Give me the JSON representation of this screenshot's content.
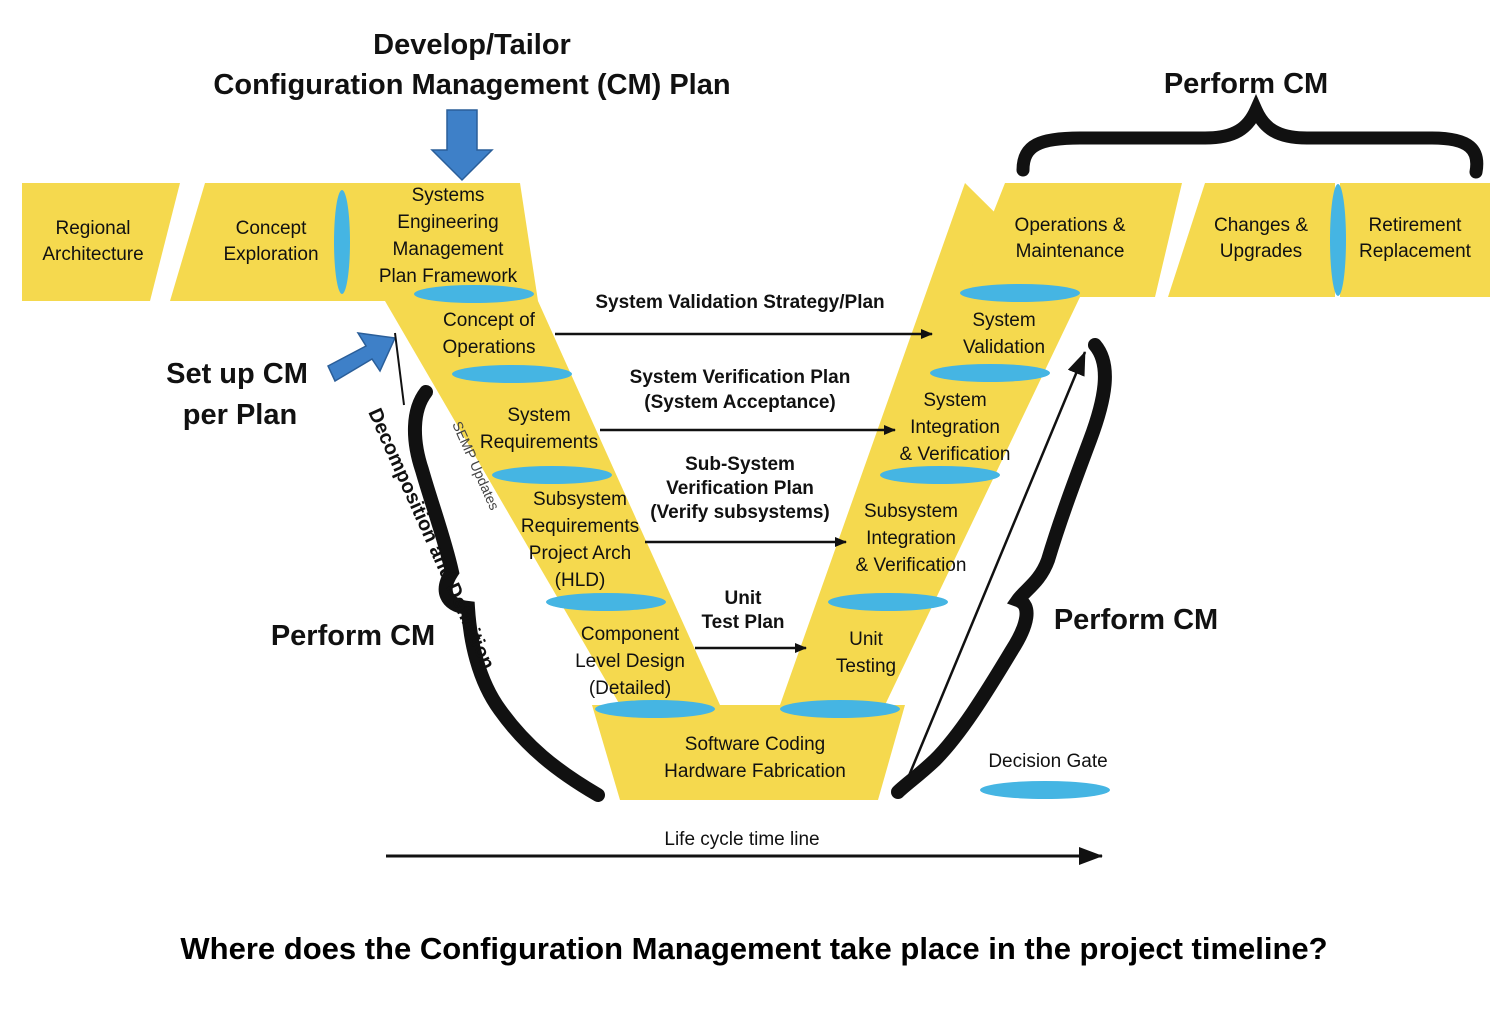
{
  "colors": {
    "band": "#F5D94E",
    "gate": "#45B5E3",
    "arrow_blue": "#3E80C8",
    "ink": "#111111"
  },
  "labels": {
    "develop_tailor_1": "Develop/Tailor",
    "develop_tailor_2": "Configuration Management (CM) Plan",
    "perform_cm_top": "Perform CM",
    "setup_cm_1": "Set up CM",
    "setup_cm_2": "per Plan",
    "perform_cm_left": "Perform CM",
    "perform_cm_right": "Perform CM",
    "decomposition": "Decomposition and Definition",
    "semp_updates": "SEMP Updates",
    "decision_gate": "Decision Gate",
    "life_cycle": "Life cycle time line"
  },
  "boxes": {
    "regional_1": "Regional",
    "regional_2": "Architecture",
    "concept_exp_1": "Concept",
    "concept_exp_2": "Exploration",
    "semp_1": "Systems",
    "semp_2": "Engineering",
    "semp_3": "Management",
    "semp_4": "Plan Framework",
    "conops_1": "Concept of",
    "conops_2": "Operations",
    "sysreq_1": "System",
    "sysreq_2": "Requirements",
    "subsys_1": "Subsystem",
    "subsys_2": "Requirements",
    "subsys_3": "Project Arch",
    "subsys_4": "(HLD)",
    "comp_1": "Component",
    "comp_2": "Level Design",
    "comp_3": "(Detailed)",
    "coding_1": "Software Coding",
    "coding_2": "Hardware Fabrication",
    "unit_1": "Unit",
    "unit_2": "Testing",
    "subint_1": "Subsystem",
    "subint_2": "Integration",
    "subint_3": "& Verification",
    "sysint_1": "System",
    "sysint_2": "Integration",
    "sysint_3": "& Verification",
    "sysval_1": "System",
    "sysval_2": "Validation",
    "ops_1": "Operations &",
    "ops_2": "Maintenance",
    "changes_1": "Changes &",
    "changes_2": "Upgrades",
    "retire_1": "Retirement",
    "retire_2": "Replacement"
  },
  "plans": {
    "validation": "System Validation Strategy/Plan",
    "verification_1": "System Verification Plan",
    "verification_2": "(System Acceptance)",
    "subsystem_1": "Sub-System",
    "subsystem_2": "Verification Plan",
    "subsystem_3": "(Verify subsystems)",
    "unit_1": "Unit",
    "unit_2": "Test Plan"
  },
  "question": "Where does the Configuration Management take place in the project timeline?"
}
